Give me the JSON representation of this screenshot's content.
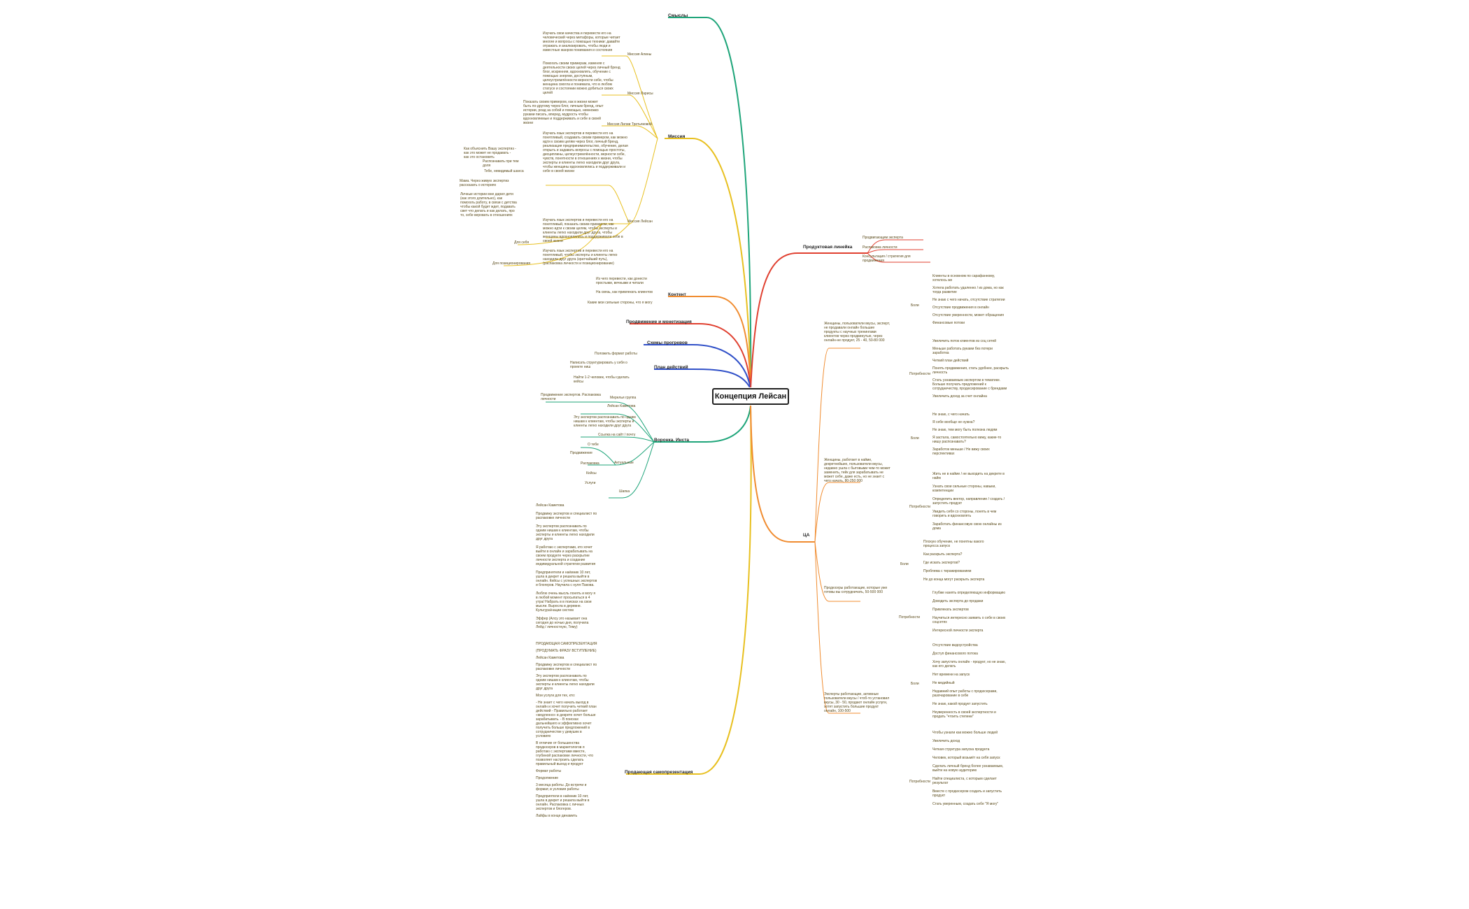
{
  "root": {
    "label": "Концепция Лейсан"
  },
  "colors": {
    "smysly": "#1fa57a",
    "missiya": "#e8c020",
    "kontent": "#f08c30",
    "prodvizhenie": "#e04030",
    "shemy": "#3050c8",
    "plan": "#3050c8",
    "voronka": "#1fa57a",
    "samoprez": "#e8c020",
    "lineika": "#e04030",
    "ca": "#f08c30"
  },
  "branches": {
    "smysly": "Смыслы",
    "missiya": "Миссия",
    "kontent": "Контент",
    "prodvizhenie": "Продвижение и монетизация",
    "shemy": "Схемы прогревов",
    "plan": "План действий",
    "voronka": "Воронка. Инста",
    "samoprez": "Продающая самопрезентация",
    "lineika": "Продуктовая линейка",
    "ca": "ЦА"
  },
  "missiya": {
    "sub": [
      "Миссия Алины",
      "Миссия Ларисы",
      "Миссия Лилии Третьяковой",
      "Миссия Лейсан",
      "Для себя",
      "Для позиционирования"
    ],
    "texts": [
      "Изучать свои качества и перевести его на человеческий через метафоры, которые читает многие и вопросы с помощью техники: давайте отражать и анализировать, чтобы люди и известные жанров понимания и состояния",
      "Помогать своим примерам, изменяя с деятельности своих целей через личный бренд блог, искренняя, вдохновлять, обучение с помощью энергии, доступным, целеустремлённости верности себе, чтобы женщина смогла и понимала, что в любом статусе и состоянии можно добиться своих целей",
      "Показать своим примером, как в жизни может быть по-другому через блог, личным бренд, опыт истории, роад за собой и помощью, немножко руками писать, вперед, мудрость чтобы вдохновляемые и поддерживать и себе в своей жизни",
      "Изучать язык экспертов и перевести его на понятливый, создавать своим примером, как можно идти к своим целям через блог, личный бренд, реализация предпринимательство, обучение, делая открыть и задавать вопросы с помощью простоты, дисциплины, целеустремлённости, верности себе, чувств, понятности в отношениях к жизни, чтобы эксперты и клиенты легко находили друг друга, чтобы женщины вдохновлялись и поддерживали и себе в своей жизни",
      "Изучать язык экспертов и перевести его на понятливый, показать своим примером, как можно идти к своим целям, чтобы эксперты и клиенты легко находили друг друга, чтобы женщины вдохновлялись и поддерживали себе в своей жизни",
      "Изучать язык экспертов и перевести его на понятливый, чтобы эксперты и клиенты легко находили друг друга (кратчайший путь), (распаковка личности и позиционирование)"
    ],
    "left": [
      "Как объяснить Вашу экспертиз - как это может не продавать - как это остановить",
      "Распознавать при тем доля",
      "Тебе, невидимый шанса",
      "Мама. Через живую экспертиз рассказать о историях",
      "Личные истории мне дарил дети (как этого длительно), как помогать работу, в связи с детства чтобы какой будет ждет, подавать свет что делать и как делать, про то, себе веровать в отношениях"
    ]
  },
  "kontent": {
    "items": [
      "Из чего перевести, как донести простыми, вечными и читали",
      "На связь, как привлекать клиентов",
      "Какие мои сильные стороны, что я могу"
    ]
  },
  "plan": {
    "items": [
      "Положить формат работы",
      "Написать структурировать у себя о проекте ниш",
      "Найти 1-2 человек, чтобы сделать кейсы"
    ]
  },
  "voronka": {
    "items": [
      "Мерелья группа",
      "Лейсан Каметова",
      "Ссылка на сайт / почту",
      "Актуальные",
      "Шапка",
      "Продвижение экспертов. Распаковка личности",
      "Эту экспертов распознавать по одним нишам к клиентам, чтобы эксперты и клиенты легко находили друг друга",
      "О тебе",
      "Продвижение",
      "Распаковка",
      "Кейсы",
      "Услуги"
    ]
  },
  "samoprez": {
    "block1": [
      "Лейсан Каметова",
      "Продвижу экспертов и специалист по распаковке личности",
      "Эту экспертов распознавать по одним нишам к клиентам, чтобы эксперты и клиенты легко находили друг друга",
      "Я работаю с экспертами, кто хочет выйти в онлайн и зарабатывать на своем продукте через раскрытие личности эксперта и создание индивидуальной стратегии развития",
      "Предпринятели и наёмник 10 лет, ушла в декрет и решила выйти в онлайн. Кейсы с успешных экспертов и блогеров. Научила с нуля Пакова.",
      "Люблю очень мысль понять и могу я в любой момент просыпаться в 4 утра/ Набрать в в поисках на свои мысли. Выросла в деревне. Культура/нации систем",
      "Эффер (Алсу это называет она сегодня до ночью дня, получила Лейд / личностную, Тему)"
    ],
    "block2": [
      "ПРОДАЮЩАЯ САМОПРЕЗЕНТАЦИЯ",
      "(ПРОДУМАТЬ ФРАЗУ ВСТУПЛЕНИЕ)",
      "Лейсан Каметова",
      "Продвижу экспертов и специалист по распаковке личности",
      "Эту экспертов распознавать по одним нишам к клиентам, чтобы эксперты и клиенты легко находили друг друга",
      "Мои услуги для тех, кто:",
      "- Не знает с чего начать выход в онлайн и хочет получить четкий план действий - Правильно работает «медленно» в декрете хочет больше зарабатывать. - В поисках дальнейшего и эффективно хочет получить больше предложений в сотрудничестве у девушек в условиях",
      "В отличие от большинства продюсеров в маркетологов я работаю с экспертами вместе, глубиной распаковке личности, что позволяет настроить сделать правильный выход и продукт",
      "Формат работы",
      "Продолжение",
      "3 месяца работы. До встречи и формат, в условия работы",
      "Предприятели в наёмник 10 лет, ушла в декрет и решила выйти в онлайн. Распаковка с личных экспертов и блогеров.",
      "Лайфы в конце динамить"
    ]
  },
  "lineika": {
    "items": [
      "Продвигающим эксперта",
      "Распаковка личности",
      "Консультация / стратегия для продвижения"
    ]
  },
  "ca": {
    "segments": [
      "Женщины, пользователи вкусы, эксперт, не продавали онлайн большие продукты с научных тренингами клиентов через продвинутые, через онлайн-не продукт, 25 - 40, 50-80 000",
      "Женщины, работает в найме, декретнейших, пользователи вкусы, недавно ушла с бытовыми чем-то может заменить, тейк для зарабатывать не может себе, даже есть, но не знает с чего начать, 80-250 000",
      "Продюсеры работающие, которые уже готовы вы сотрудничать, 50-500 000",
      "Эксперты работающие, активные пользователи вкусы / чтоб-то установил вкусы, 30 - 50, продают онлайн услуги, хотят запустить большие продукт онлайн, 100-500"
    ],
    "labels": [
      "Боли",
      "Потребности"
    ],
    "s1_pain": [
      "Клиенты в основном по сарафанному, хотелось же",
      "Хотела работать удаленно / из дома, но как тогда развитие",
      "Не знаю с чего начать, отсутствие стратегии",
      "Отсутствие продвижения в онлайн",
      "Отсутствие уверенности, может обращения",
      "Финансовые потоки"
    ],
    "s1_need": [
      "Увеличить поток клиентов из соц сетей",
      "Меньше работать руками без потери заработка",
      "Четкий план действий",
      "Понять продвижения, стать удобнее, раскрыть личность",
      "Стать узнаваемым экспертом в тематике. Больше получать предложений к сотрудничеству, продюсирование с брендами",
      "Увеличить доход за счет онлайна"
    ],
    "s2_pain": [
      "Не знаю, с чего начать",
      "Я себе вообще не нужна?",
      "Не знаю, тем могу быть полезна людям",
      "Я застала, самостоятельно вижу, какие-то нишу распознавать?",
      "Заработок меньше / Не вижу своих перспективах"
    ],
    "s2_need": [
      "Жить не в найме / не выходить на декрете в найм",
      "Узнать свои сильные стороны, навыки, компетенции",
      "Определить вектор, направление / создать / запустить продукт",
      "Увидеть себя со стороны, понять в чем говорить и вдохновлять",
      "Заработать финансовую свою онлайны из дома"
    ],
    "s3_pain": [
      "Плохую обучение, не понятны какого процесса запуск",
      "Как раскрыть эксперта?",
      "Где искать экспертов?",
      "Проблема с тиражированием",
      "Не до конца могут раскрыть эксперта"
    ],
    "s3_need": [
      "Глубже нанять определяющую информацию",
      "Доводить эксперта до продажи",
      "Привлекать экспертов",
      "Научиться интересно заявить о себе в своих соцсетях",
      "Интересной личности эксперта"
    ],
    "s4_pain": [
      "Отсутствие видоустройства",
      "Доступ финансового потока",
      "Хочу запустить онлайн - продукт, но не знаю, как его делать",
      "Нет времени на запуск",
      "Не медийный",
      "Недавний опыт работы с продюсерами, разочарование в себе",
      "Не знаю, какой продукт запустить",
      "Неуверенность в своей экспертности и продать \"чтоить степени\""
    ],
    "s4_need": [
      "Чтобы узнали как можно больше людей",
      "Увеличить доход",
      "Четкая структура запуска продукта",
      "Человек, который возьмёт на себя запуск",
      "Сделать личный бренд более узнаваемым, выйти на новую аудиторию",
      "Найти специалиста, с которым сделает результат",
      "Вместе с продюсером создать и запустить продукт",
      "Стать уверенным, создать себе \"Я могу\""
    ]
  }
}
